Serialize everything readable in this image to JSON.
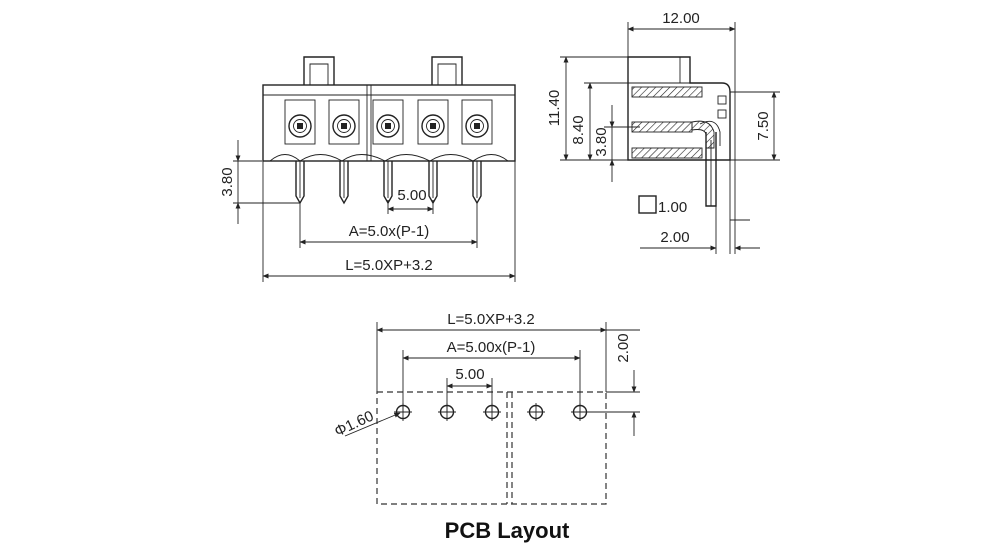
{
  "front_view": {
    "pin_height_dim": "3.80",
    "pitch_dim": "5.00",
    "pin_span_dim": "A=5.0x(P-1)",
    "overall_length_dim": "L=5.0XP+3.2"
  },
  "side_view": {
    "depth_dim": "12.00",
    "total_height_dim": "11.40",
    "body_height_dim": "8.40",
    "pin_offset_dim": "3.80",
    "right_height_dim": "7.50",
    "pin_square_dim": "1.00",
    "pin_setback_dim": "2.00"
  },
  "pcb_layout": {
    "overall_length_dim": "L=5.0XP+3.2",
    "pin_span_dim": "A=5.00x(P-1)",
    "pitch_dim": "5.00",
    "hole_diameter_dim": "Φ1.60",
    "edge_offset_dim": "2.00",
    "title": "PCB Layout"
  }
}
